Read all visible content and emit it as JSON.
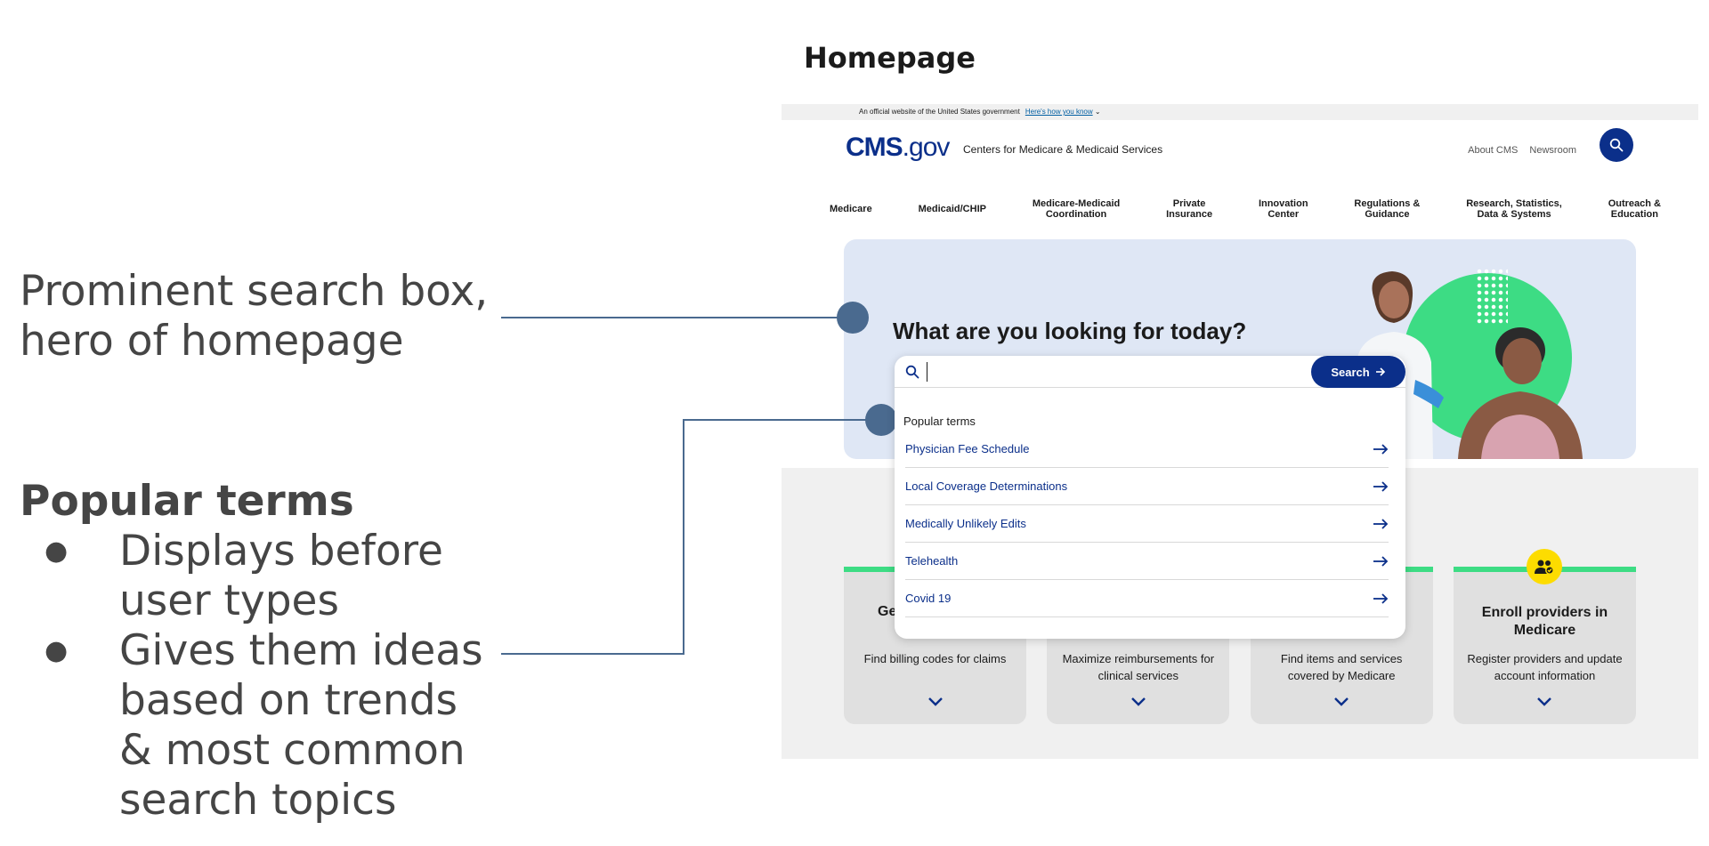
{
  "slide": {
    "title": "Homepage",
    "callout_search": "Prominent search box, hero of homepage",
    "callout_popular_heading": "Popular terms",
    "callout_bullets": [
      "Displays before user types",
      "Gives them ideas based on trends & most common search topics"
    ]
  },
  "site": {
    "gov_banner": {
      "text": "An official website of the United States government",
      "link": "Here's how you know"
    },
    "logo": {
      "bold": "CMS",
      "suffix": ".gov"
    },
    "org_name": "Centers for Medicare & Medicaid Services",
    "utility_links": [
      "About CMS",
      "Newsroom"
    ],
    "nav": [
      "Medicare",
      "Medicaid/CHIP",
      "Medicare-Medicaid\nCoordination",
      "Private\nInsurance",
      "Innovation\nCenter",
      "Regulations &\nGuidance",
      "Research, Statistics,\nData & Systems",
      "Outreach &\nEducation"
    ],
    "hero": {
      "title": "What are you looking for today?"
    },
    "search": {
      "value": "",
      "button_label": "Search",
      "popular_label": "Popular terms",
      "terms": [
        "Physician Fee Schedule",
        "Local Coverage Determinations",
        "Medically Unlikely Edits",
        "Telehealth",
        "Covid 19"
      ]
    },
    "cards": [
      {
        "title_partial": "Ge",
        "desc": "Find billing codes for claims"
      },
      {
        "desc": "Maximize reimbursements for clinical services"
      },
      {
        "desc": "Find items and services covered by Medicare"
      },
      {
        "title": "Enroll providers in Medicare",
        "desc": "Register providers and update account information"
      }
    ]
  },
  "colors": {
    "brand_blue": "#0b2f8a",
    "accent_green": "#3ddc84",
    "hero_bg": "#dfe7f5",
    "card_bg": "#e0e0e0",
    "icon_yellow": "#fddc00",
    "annotation_line": "#4a6a8f"
  }
}
